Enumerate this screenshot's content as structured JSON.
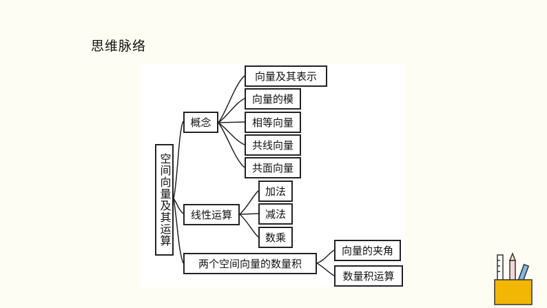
{
  "page": {
    "title": "思维脉络"
  },
  "diagram": {
    "root": "空间向量及其运算",
    "branches": [
      {
        "label": "概念",
        "children": [
          "向量及其表示",
          "向量的模",
          "相等向量",
          "共线向量",
          "共面向量"
        ]
      },
      {
        "label": "线性运算",
        "children": [
          "加法",
          "减法",
          "数乘"
        ]
      },
      {
        "label": "两个空间向量的数量积",
        "children": [
          "向量的夹角",
          "数量积运算"
        ]
      }
    ]
  },
  "colors": {
    "background": "#fdfdf3",
    "panel": "#ffffff",
    "line": "#222222",
    "cup": "#f2b705"
  },
  "icons": [
    "pencil-cup-icon"
  ]
}
